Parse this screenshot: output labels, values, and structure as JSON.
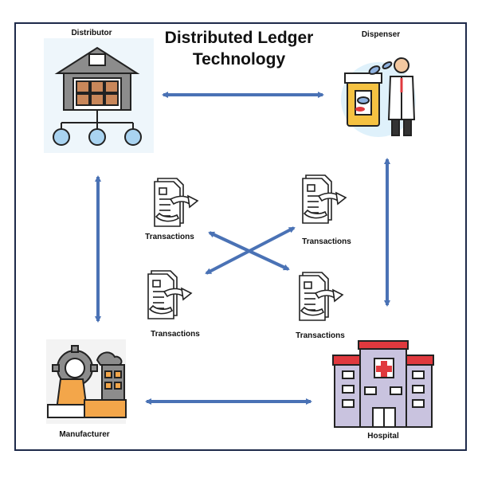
{
  "title": {
    "line1": "Distributed Ledger",
    "line2": "Technology"
  },
  "nodes": {
    "distributor": {
      "label": "Distributor",
      "icon": "warehouse-network-icon"
    },
    "dispenser": {
      "label": "Dispenser",
      "icon": "pharmacist-icon"
    },
    "manufacturer": {
      "label": "Manufacturer",
      "icon": "factory-icon"
    },
    "hospital": {
      "label": "Hospital",
      "icon": "hospital-icon"
    }
  },
  "transactions": [
    {
      "label": "Transactions",
      "icon": "document-transfer-icon"
    },
    {
      "label": "Transactions",
      "icon": "document-transfer-icon"
    },
    {
      "label": "Transactions",
      "icon": "document-transfer-icon"
    },
    {
      "label": "Transactions",
      "icon": "document-transfer-icon"
    }
  ],
  "colors": {
    "arrow": "#4a72b5",
    "frame": "#1e2a4a",
    "icon_outline": "#222222",
    "building_grey": "#8c8c8c",
    "crate": "#c9875a",
    "node_blue": "#a9d3f0",
    "factory_orange": "#f3a64a",
    "hospital_red": "#e0393e",
    "hospital_purple": "#c9c3df",
    "bottle_yellow": "#f5c242",
    "bg_circle": "#dff1fb"
  }
}
